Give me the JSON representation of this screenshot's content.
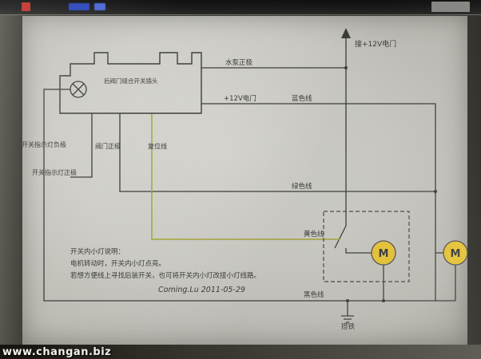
{
  "watermark": "www.changan.biz",
  "diagram": {
    "connector_label": "后阀门组合开关插头",
    "labels": {
      "pump_positive": "水泵正极",
      "to_12v_ignition": "接+12V电门",
      "ignition_12v": "+12V电门",
      "blue_wire": "蓝色线",
      "green_wire": "绿色线",
      "yellow_wire": "黄色线",
      "black_wire": "黑色线",
      "indicator_negative": "开关指示灯负极",
      "indicator_positive": "开关指示灯正极",
      "valve_positive": "阀门正极",
      "reset_wire": "复位线",
      "ground": "搭铁"
    },
    "motor_label": "M",
    "notes": {
      "line1": "开关内小灯说明：",
      "line2": "电机转动时，开关内小灯点亮。",
      "line3": "若想方便线上寻找后装开关，也可将开关内小灯改接小灯线路。"
    },
    "signature": "Coming.Lu 2011-05-29",
    "colors": {
      "wire_dark": "#3f3f3f",
      "wire_yellow": "#a8a838",
      "motor_fill": "#e8c537",
      "note_text": "#3d6f8e",
      "signature_text": "#2f4f9e"
    }
  }
}
